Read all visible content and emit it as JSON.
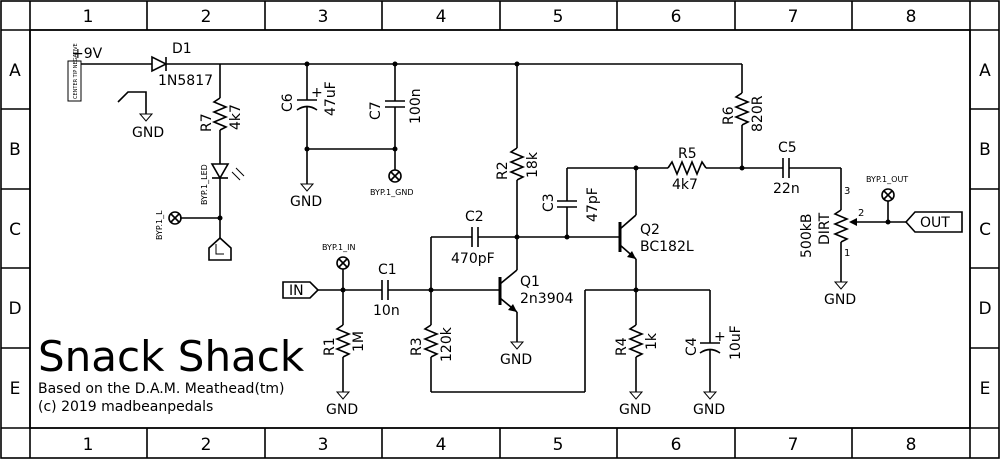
{
  "frame": {
    "columns": [
      "1",
      "2",
      "3",
      "4",
      "5",
      "6",
      "7",
      "8"
    ],
    "rows": [
      "A",
      "B",
      "C",
      "D",
      "E"
    ]
  },
  "title": {
    "main": "Snack Shack",
    "line1": "Based on the D.A.M. Meathead(tm)",
    "line2": "(c) 2019 madbeanpedals"
  },
  "power": {
    "supply": "+9V",
    "jack_label": "CENTER TIP NEGATIVE",
    "gnd": "GND"
  },
  "components": {
    "D1": {
      "ref": "D1",
      "value": "1N5817"
    },
    "R7": {
      "ref": "R7",
      "value": "4k7"
    },
    "C6": {
      "ref": "C6",
      "value": "47uF"
    },
    "C7": {
      "ref": "C7",
      "value": "100n"
    },
    "R2": {
      "ref": "R2",
      "value": "18k"
    },
    "R6": {
      "ref": "R6",
      "value": "820R"
    },
    "R5": {
      "ref": "R5",
      "value": "4k7"
    },
    "C5": {
      "ref": "C5",
      "value": "22n"
    },
    "C3": {
      "ref": "C3",
      "value": "47pF"
    },
    "C2": {
      "ref": "C2",
      "value": "470pF"
    },
    "Q1": {
      "ref": "Q1",
      "value": "2n3904"
    },
    "Q2": {
      "ref": "Q2",
      "value": "BC182L"
    },
    "C1": {
      "ref": "C1",
      "value": "10n"
    },
    "R1": {
      "ref": "R1",
      "value": "1M"
    },
    "R3": {
      "ref": "R3",
      "value": "120k"
    },
    "R4": {
      "ref": "R4",
      "value": "1k"
    },
    "C4": {
      "ref": "C4",
      "value": "10uF"
    },
    "DIRT": {
      "ref": "DIRT",
      "value": "500kB"
    }
  },
  "pads": {
    "led": "BYP.1_LED",
    "l": "BYP.1_L",
    "gnd": "BYP.1_GND",
    "in": "BYP.1_IN",
    "out": "BYP.1_OUT"
  },
  "ports": {
    "input": "IN",
    "output": "OUT"
  },
  "pot_pins": {
    "p1": "1",
    "p2": "2",
    "p3": "3"
  },
  "polarity": "+"
}
